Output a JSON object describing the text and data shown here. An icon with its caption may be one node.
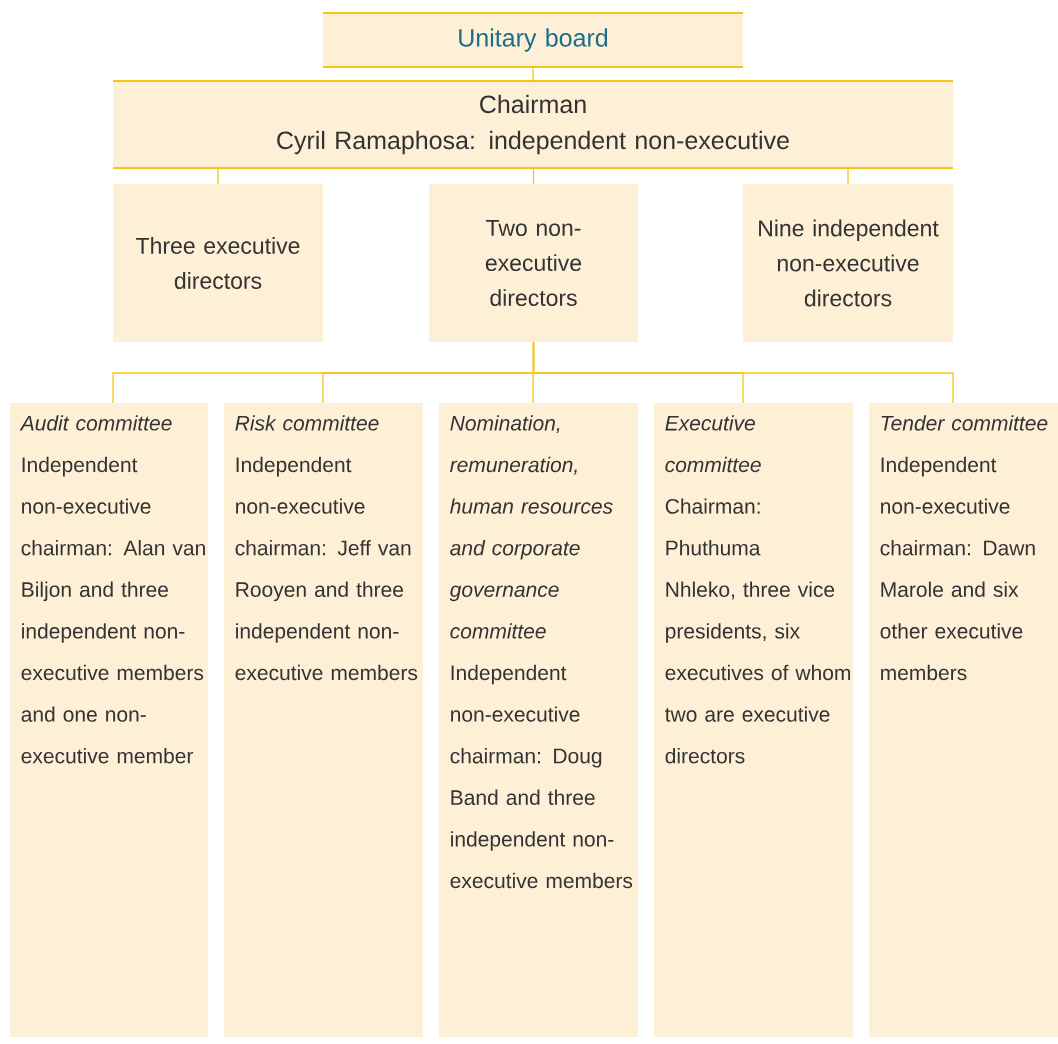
{
  "diagram": {
    "nodes": [
      {
        "text": [
          "Unitary board"
        ]
      },
      {
        "text": [
          "Chairman",
          "Cyril Ramaphosa: independent non-executive"
        ]
      },
      {
        "text": [
          "Three executive directors"
        ]
      },
      {
        "text": [
          "Two non-executive directors"
        ]
      },
      {
        "text": [
          "Nine independent non-executive directors"
        ]
      },
      {
        "text": [
          "Audit committee",
          "Independent non-executive chairman: Alan van Biljon and three independent non-executive members and one non-executive member"
        ]
      },
      {
        "text": [
          "Risk committee",
          "Independent non-executive chairman: Jeff van Rooyen and three independent non-executive members"
        ]
      },
      {
        "text": [
          "Nomination, remuneration, human resources and corporate governance committee",
          "Independent non-executive chairman: Doug Band and three independent non-executive members"
        ]
      },
      {
        "text": [
          "Executive committee",
          "Chairman: Phuthuma Nhleko, three vice presidents, six executives of whom two are executive directors"
        ]
      },
      {
        "text": [
          "Tender committee",
          "Independent non-executive chairman: Dawn Marole and six other executive members"
        ]
      }
    ],
    "edges": [
      {
        "from": 0,
        "to": 1,
        "arrow": "none"
      },
      {
        "from": 1,
        "to": 2,
        "arrow": "none"
      },
      {
        "from": 1,
        "to": 3,
        "arrow": "none"
      },
      {
        "from": 1,
        "to": 4,
        "arrow": "none"
      },
      {
        "from": 3,
        "to": 5,
        "arrow": "none"
      },
      {
        "from": 3,
        "to": 6,
        "arrow": "none"
      },
      {
        "from": 3,
        "to": 7,
        "arrow": "none"
      },
      {
        "from": 3,
        "to": 8,
        "arrow": "none"
      },
      {
        "from": 3,
        "to": 9,
        "arrow": "none"
      }
    ]
  }
}
